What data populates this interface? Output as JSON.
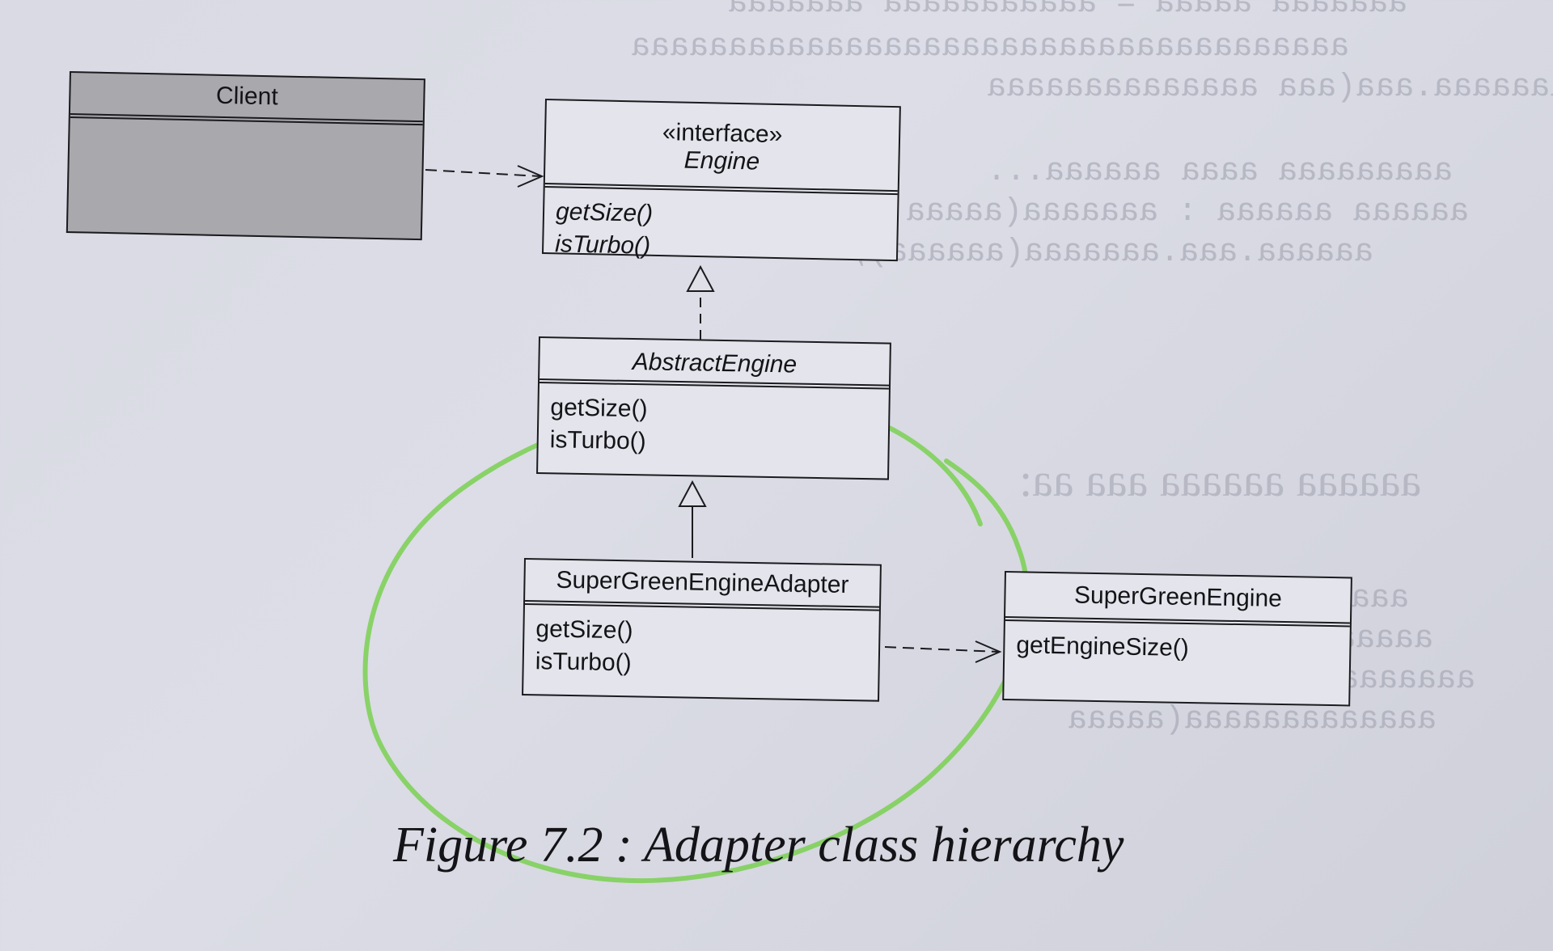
{
  "diagram": {
    "client": {
      "name": "Client",
      "methods": []
    },
    "engine": {
      "stereotype": "«interface»",
      "name": "Engine",
      "methods": [
        "getSize()",
        "isTurbo()"
      ]
    },
    "abstract_engine": {
      "name": "AbstractEngine",
      "methods": [
        "getSize()",
        "isTurbo()"
      ]
    },
    "adapter": {
      "name": "SuperGreenEngineAdapter",
      "methods": [
        "getSize()",
        "isTurbo()"
      ]
    },
    "super_green_engine": {
      "name": "SuperGreenEngine",
      "methods": [
        "getEngineSize()"
      ]
    }
  },
  "caption": "Figure 7.2 : Adapter class hierarchy",
  "colors": {
    "highlight_circle": "#7fd05a",
    "paper": "#dcdde6",
    "ink": "#141418",
    "client_fill": "#a9a9ad"
  }
}
